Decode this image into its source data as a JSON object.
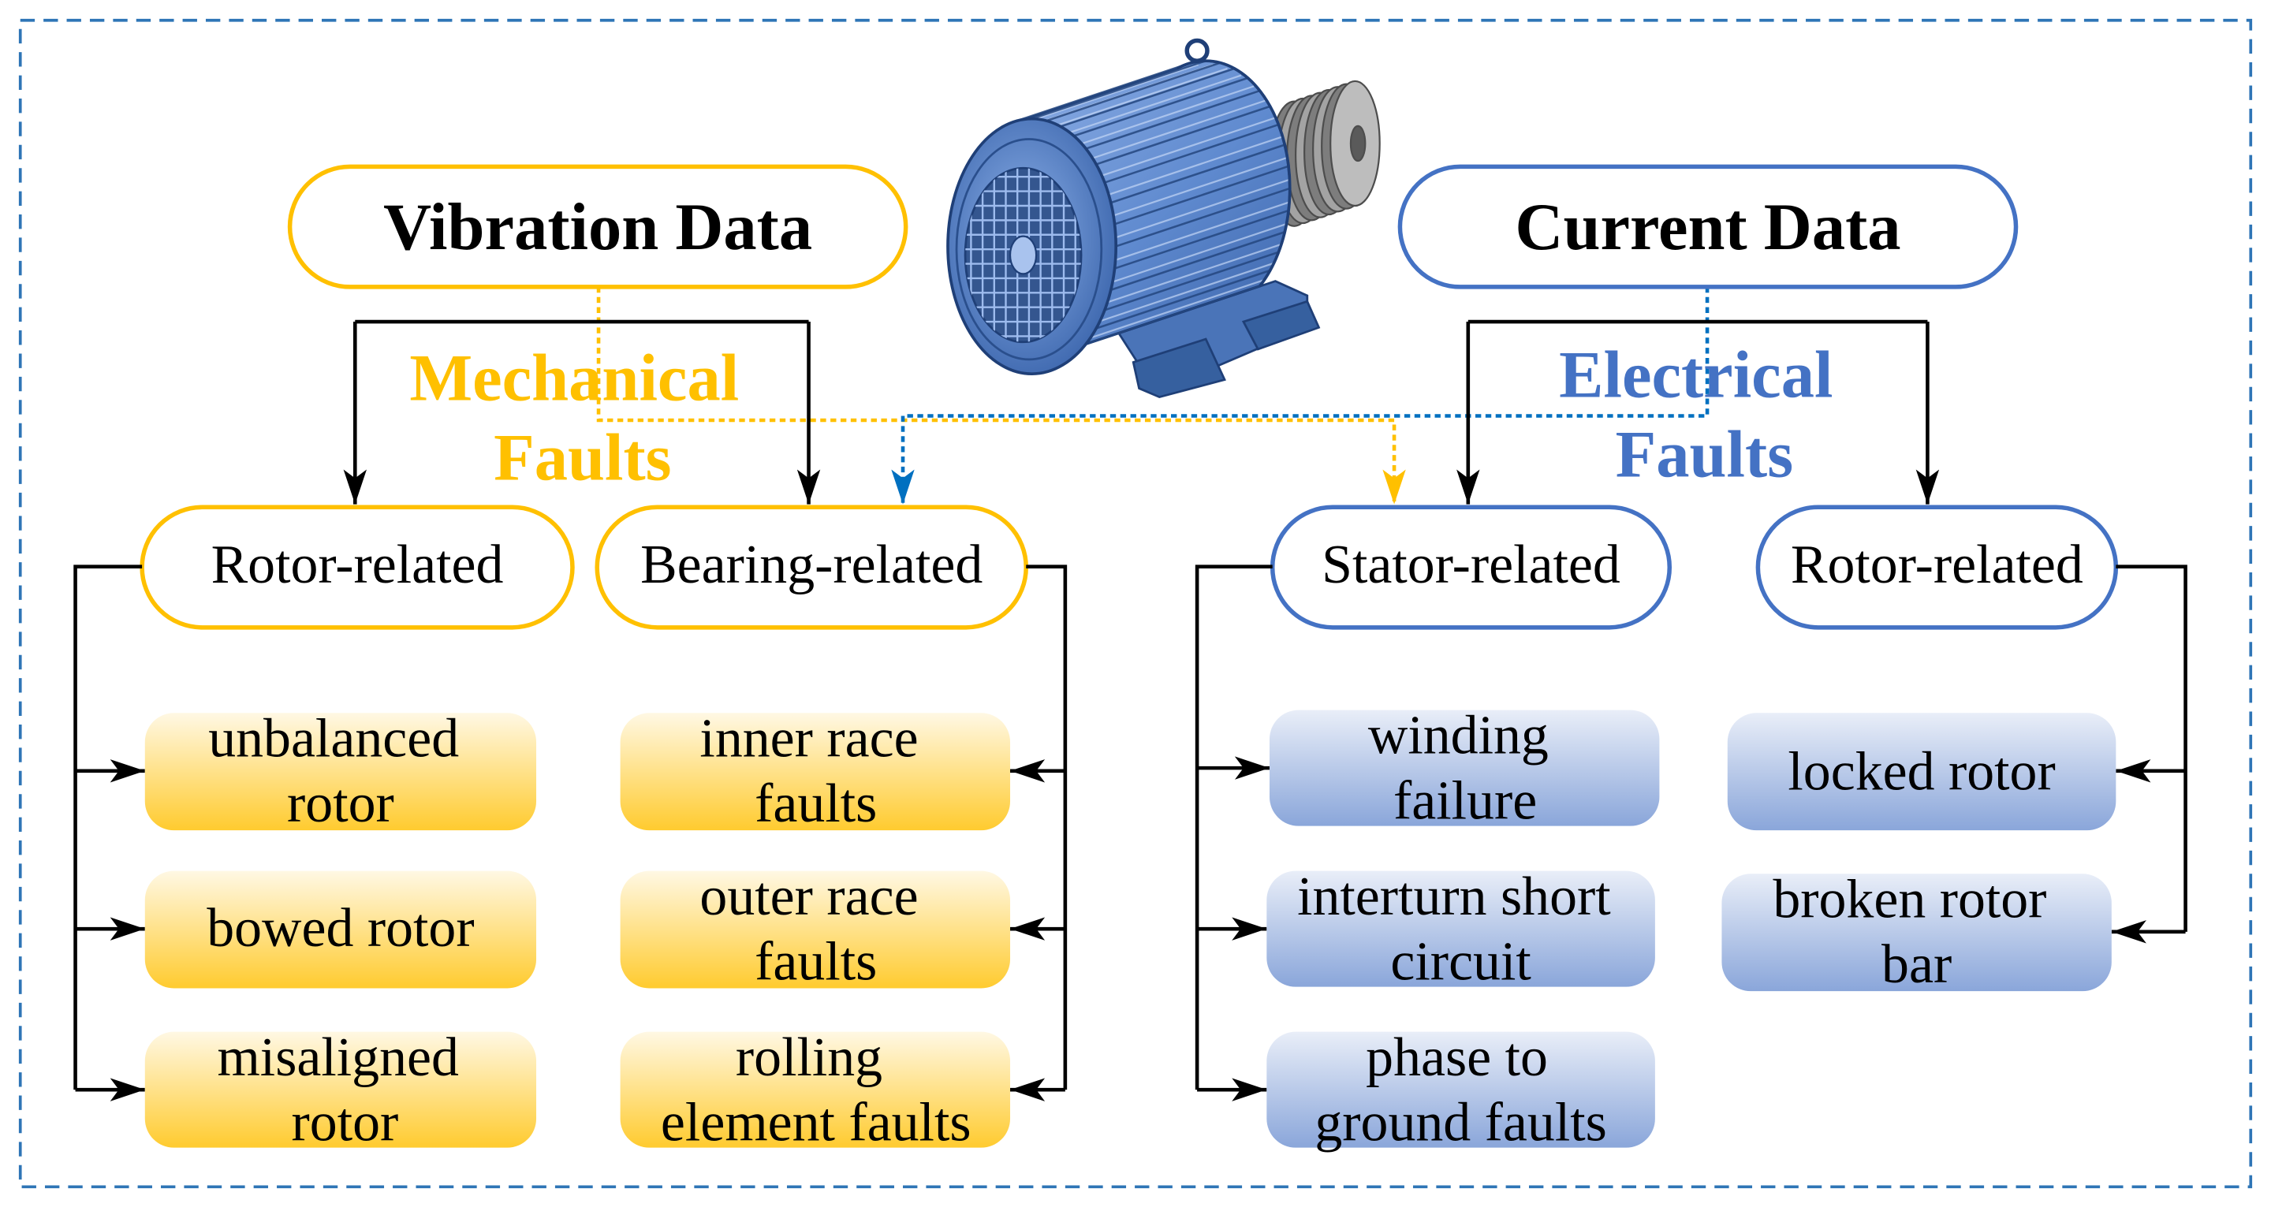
{
  "colors": {
    "frame": "#2e75b6",
    "mechanical": "#ffc000",
    "electrical": "#4472c4",
    "link_mechanical": "#ffc000",
    "link_electrical": "#0070c0",
    "yellow_box_top": "#fff8e4",
    "yellow_box_bottom": "#ffcb2f",
    "blue_box_top": "#e9eef8",
    "blue_box_bottom": "#8aa6da",
    "connector": "#000000"
  },
  "illustration": "electric-motor",
  "sources": {
    "vibration": "Vibration Data",
    "current": "Current Data"
  },
  "fault_groups": {
    "mechanical": [
      "Mechanical",
      "Faults"
    ],
    "electrical": [
      "Electrical",
      "Faults"
    ]
  },
  "categories": {
    "mechanical_rotor": "Rotor-related",
    "bearing": "Bearing-related",
    "stator": "Stator-related",
    "electrical_rotor": "Rotor-related"
  },
  "faults": {
    "mechanical_rotor": [
      [
        "unbalanced",
        "rotor"
      ],
      [
        "bowed rotor"
      ],
      [
        "misaligned",
        "rotor"
      ]
    ],
    "bearing": [
      [
        "inner race",
        "faults"
      ],
      [
        "outer race",
        "faults"
      ],
      [
        "rolling",
        "element faults"
      ]
    ],
    "stator": [
      [
        "winding",
        "failure"
      ],
      [
        "interturn short",
        "circuit"
      ],
      [
        "phase to",
        "ground faults"
      ]
    ],
    "electrical_rotor": [
      [
        "locked rotor"
      ],
      [
        "broken rotor",
        "bar"
      ]
    ]
  }
}
